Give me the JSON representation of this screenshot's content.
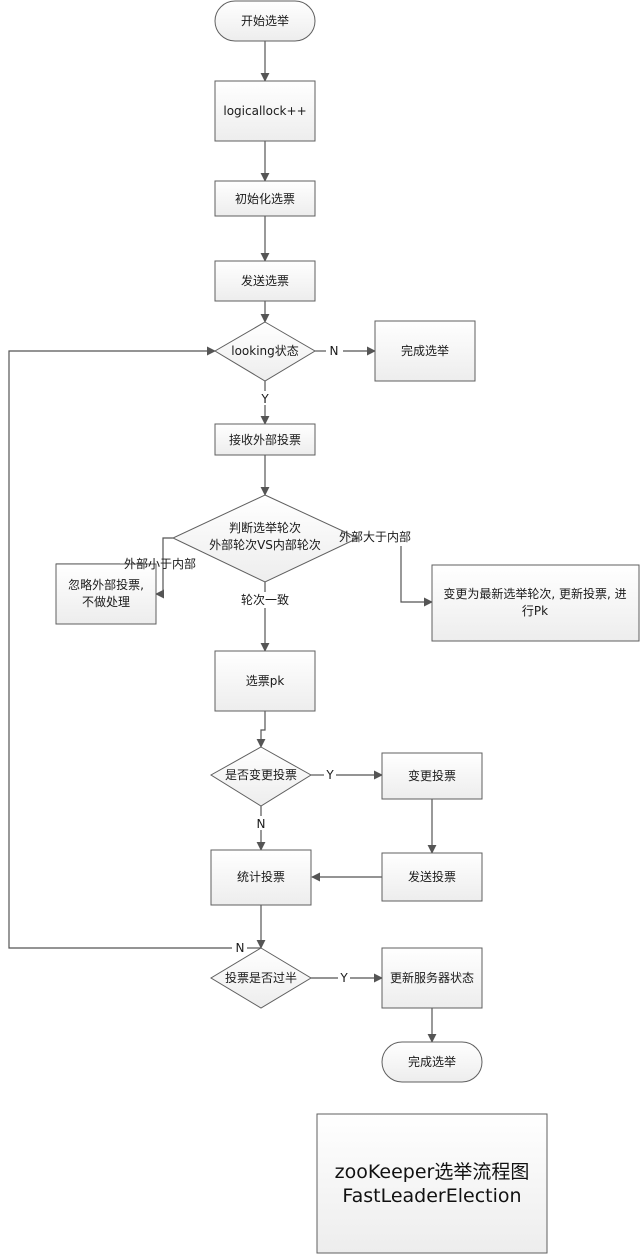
{
  "diagram": {
    "title": {
      "line1": "zooKeeper选举流程图",
      "line2": "FastLeaderElection"
    },
    "nodes": {
      "start": "开始选举",
      "logicallock": "logicallock++",
      "init_vote": "初始化选票",
      "send_vote": "发送选票",
      "looking": "looking状态",
      "finish_1": "完成选举",
      "receive": "接收外部投票",
      "judge_line1": "判断选举轮次",
      "judge_line2": "外部轮次VS内部轮次",
      "ignore_line1": "忽略外部投票,",
      "ignore_line2": "不做处理",
      "update_line1": "变更为最新选举轮次, 更新投票, 进",
      "update_line2": "行Pk",
      "pk": "选票pk",
      "change_q": "是否变更投票",
      "change": "变更投票",
      "send2": "发送投票",
      "count": "统计投票",
      "majority_q": "投票是否过半",
      "update_state": "更新服务器状态",
      "finish_2": "完成选举"
    },
    "edge_labels": {
      "looking_no": "N",
      "looking_yes": "Y",
      "less": "外部小于内部",
      "greater": "外部大于内部",
      "equal": "轮次一致",
      "change_yes": "Y",
      "change_no": "N",
      "majority_no": "N",
      "majority_yes": "Y"
    },
    "colors": {
      "stroke": "#5f5f5f",
      "fill_top": "#ffffff",
      "fill_bottom": "#ededed",
      "text": "#1a1a1a"
    }
  }
}
